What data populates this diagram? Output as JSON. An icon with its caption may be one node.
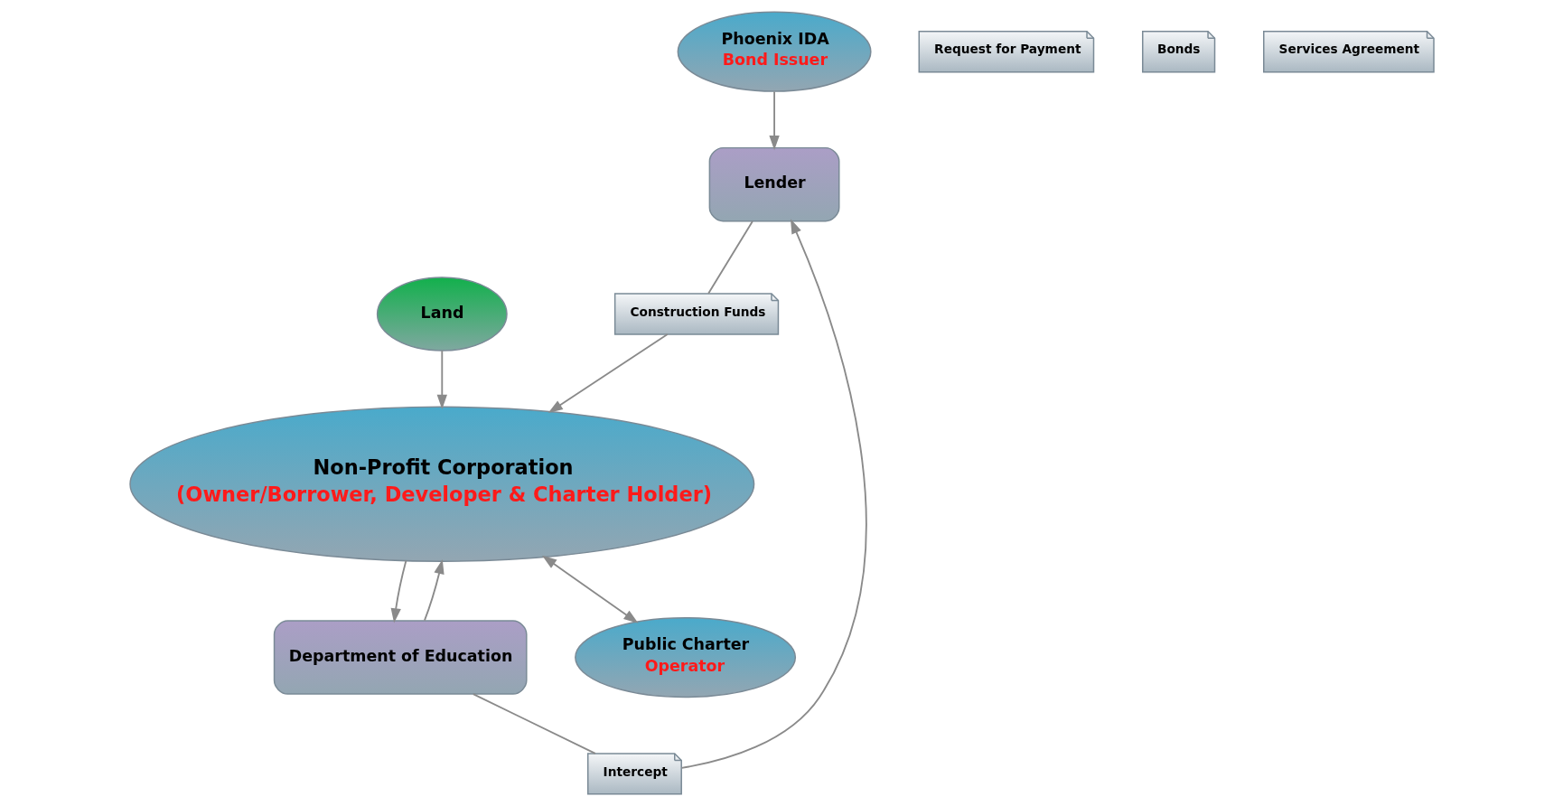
{
  "diagram": {
    "nodes": [
      {
        "text": [
          "Lender"
        ]
      },
      {
        "text": [
          "Intercept"
        ]
      },
      {
        "text": [
          "Department of Education"
        ]
      },
      {
        "text": [
          "Request for Payment"
        ]
      },
      {
        "text": [
          "Construction Funds"
        ]
      },
      {
        "text": [
          "Bonds"
        ]
      },
      {
        "text": [
          "Phoenix IDA",
          "Bond Issuer"
        ]
      },
      {
        "text": [
          "Non-Profit Corporation",
          "(Owner/Borrower, Developer & Charter Holder)"
        ]
      },
      {
        "text": [
          "Services Agreement"
        ]
      },
      {
        "text": [
          "Public Charter",
          "Operator"
        ]
      },
      {
        "text": [
          "Land"
        ]
      }
    ],
    "edges": [
      {
        "from": 2,
        "to": 1,
        "arrow": "none"
      },
      {
        "from": 1,
        "to": 0,
        "arrow": "to"
      },
      {
        "from": 0,
        "to": 4,
        "arrow": "none"
      },
      {
        "from": 4,
        "to": 7,
        "arrow": "to"
      },
      {
        "from": 6,
        "to": 0,
        "arrow": "to"
      },
      {
        "from": 2,
        "to": 7,
        "arrow": "to"
      },
      {
        "from": 7,
        "to": 2,
        "arrow": "to"
      },
      {
        "from": 7,
        "to": 9,
        "arrow": "both"
      },
      {
        "from": 10,
        "to": 7,
        "arrow": "to"
      }
    ]
  }
}
